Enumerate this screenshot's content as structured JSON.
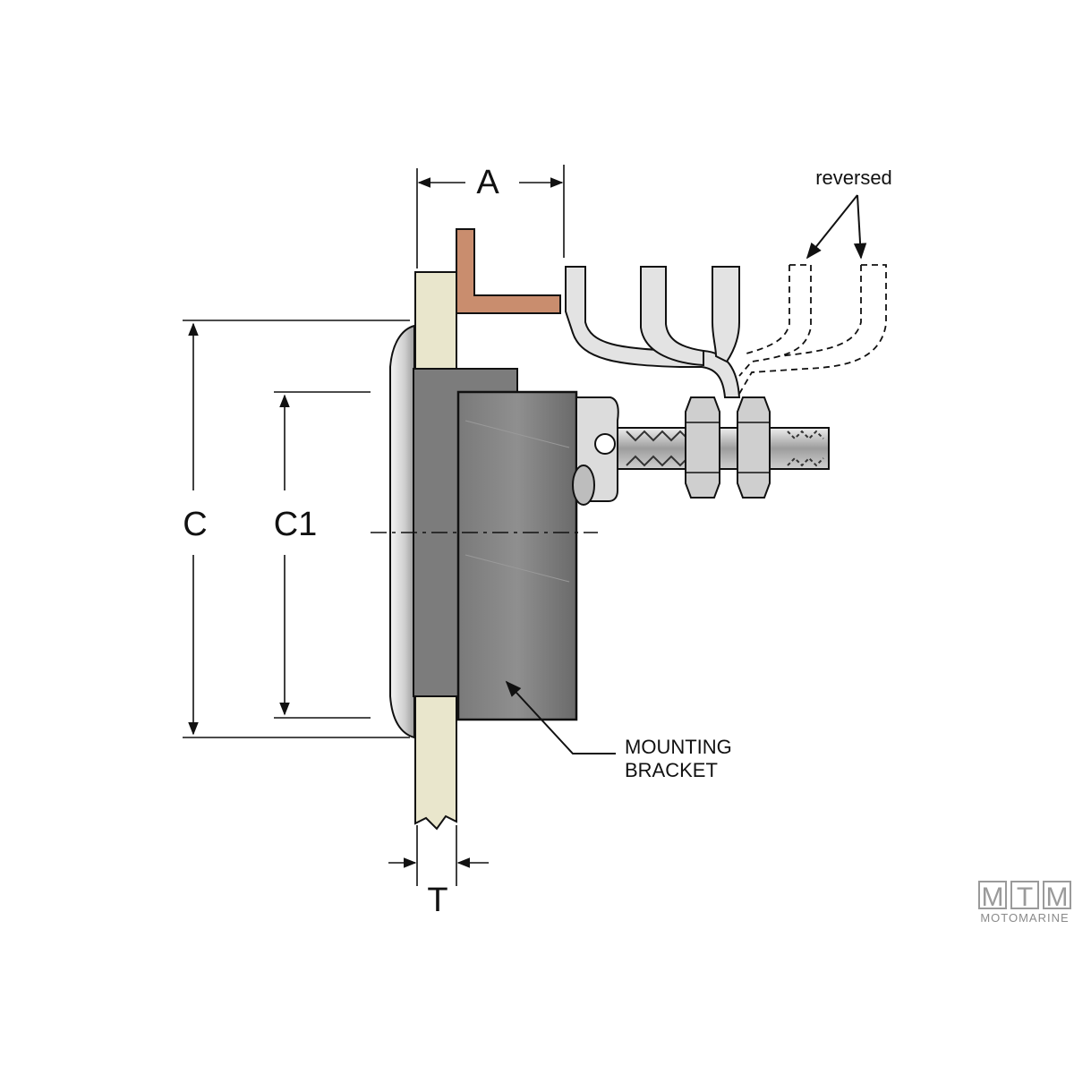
{
  "labels": {
    "dim_a": "A",
    "dim_c": "C",
    "dim_c1": "C1",
    "dim_t": "T",
    "reversed": "reversed",
    "mounting_line1": "MOUNTING",
    "mounting_line2": "BRACKET"
  },
  "logo": {
    "letters": [
      "M",
      "T",
      "M"
    ],
    "word": "MOTOMARINE"
  },
  "colors": {
    "line": "#111111",
    "panel": "#e9e6cc",
    "body_dark": "#6f6f6f",
    "body_mid": "#8c8c8c",
    "bezel": "#c9c9c9",
    "copper": "#c98d6e",
    "terminal": "#d6d6d6",
    "logo": "#9a9a9a"
  }
}
